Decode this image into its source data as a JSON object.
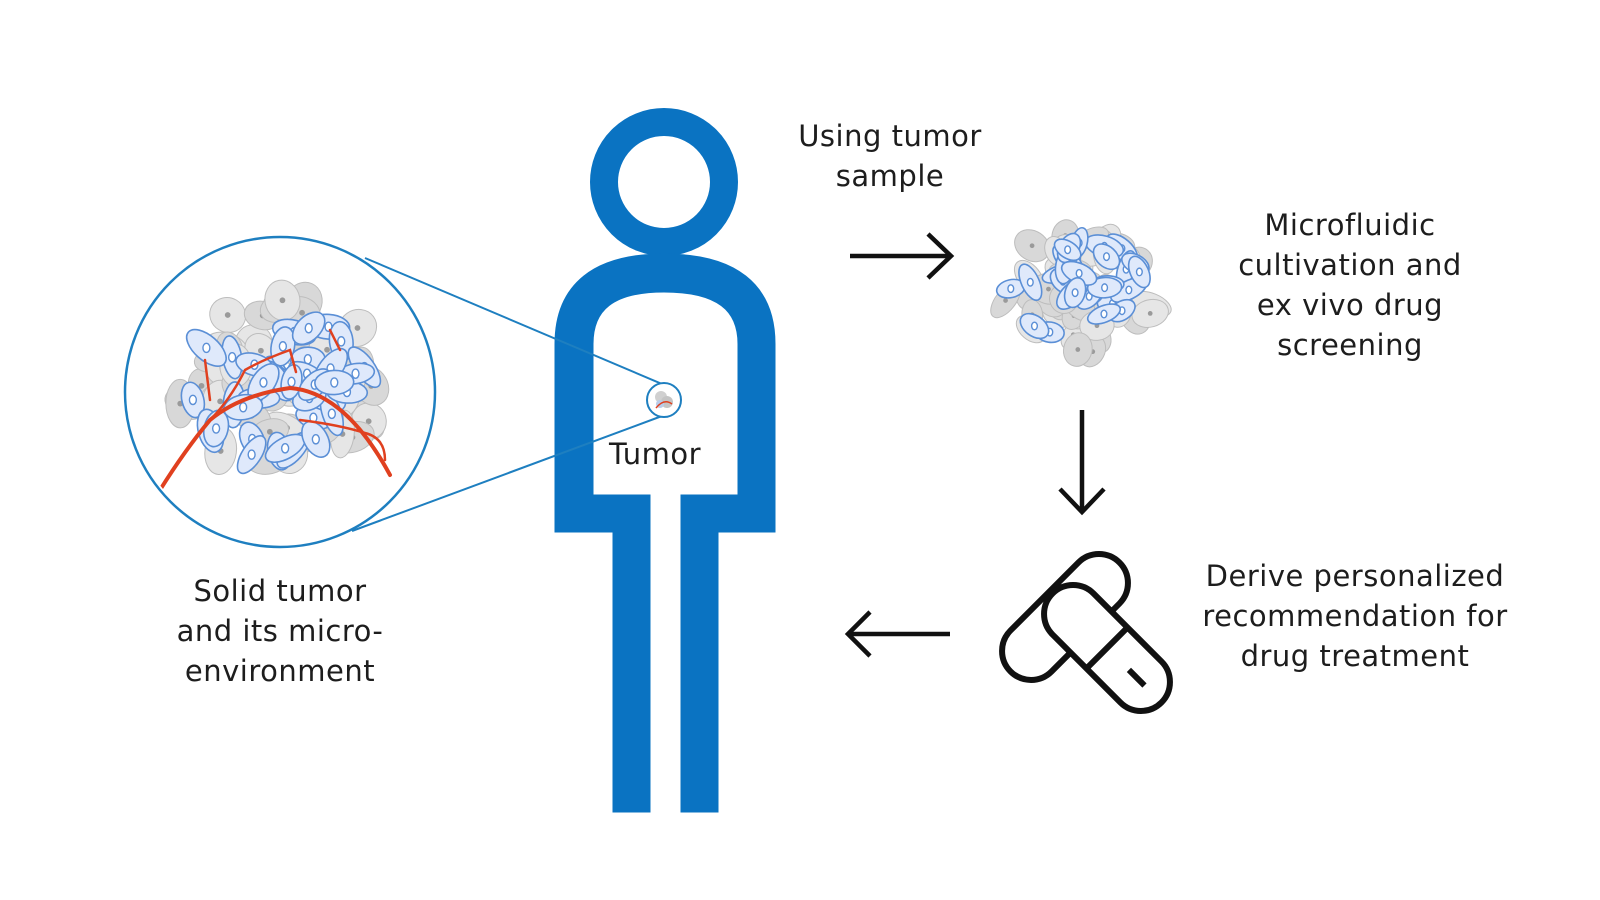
{
  "labels": {
    "sample": [
      "Using tumor",
      "sample"
    ],
    "cultivation": [
      "Microfluidic",
      "cultivation and",
      "ex vivo drug",
      "screening"
    ],
    "recommendation": [
      "Derive personalized",
      "recommendation for",
      "drug treatment"
    ],
    "solid_tumor": [
      "Solid tumor",
      "and its micro-",
      "environment"
    ],
    "tumor": "Tumor"
  },
  "icons": {
    "person": "person-outline-icon",
    "magnifier": "tumor-magnifier-icon",
    "cell_cluster": "cell-cluster-icon",
    "pills": "capsule-pills-icon",
    "arrow_right": "arrow-right-icon",
    "arrow_down": "arrow-down-icon",
    "arrow_left": "arrow-left-icon"
  },
  "colors": {
    "person_blue": "#0a73c2",
    "vessel_red": "#e0401f",
    "cell_blue": "#5b8fd6",
    "cell_fill": "#dfe9fb",
    "cell_gray": "#d3d3d3",
    "ink": "#111111"
  }
}
